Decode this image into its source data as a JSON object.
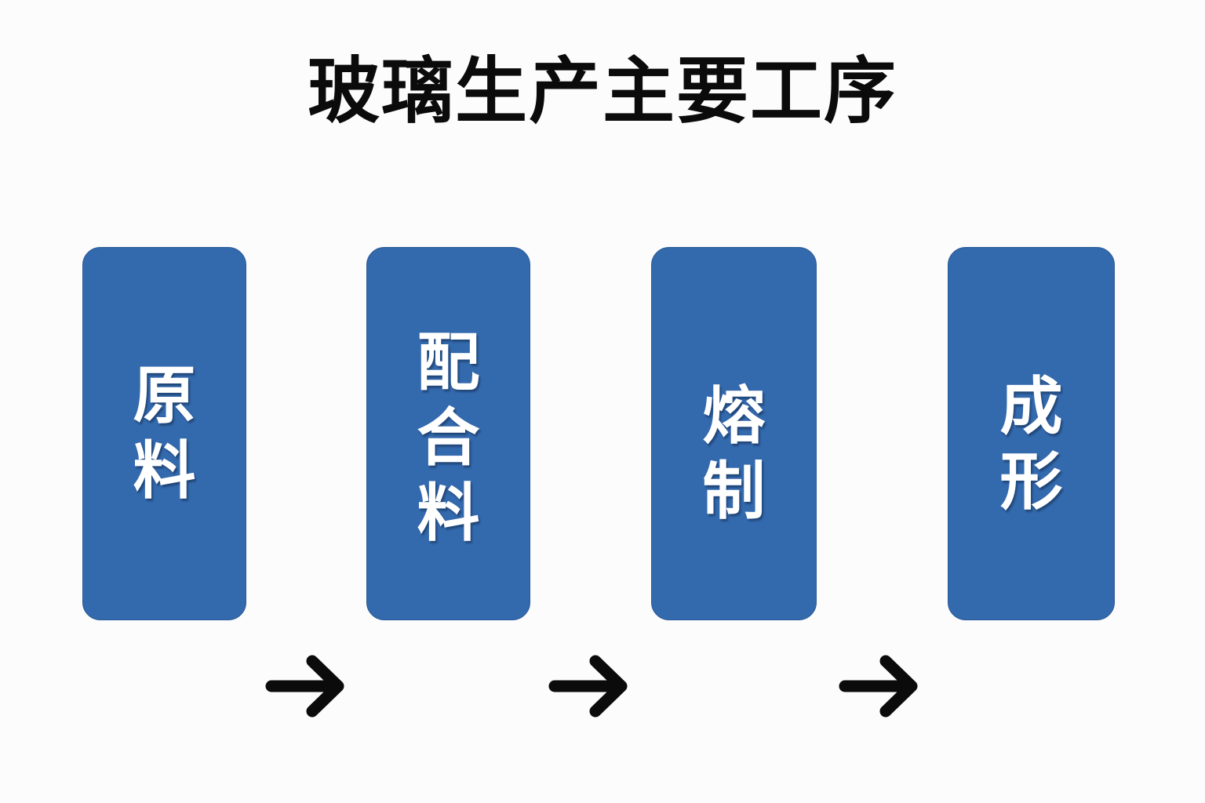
{
  "page": {
    "title": "玻璃生产主要工序",
    "background_color": "#fcfcfd",
    "title_color": "#0b0b0c"
  },
  "diagram": {
    "type": "linear-process-flow",
    "orientation": "left-to-right",
    "node_fill_color": "#3369ad",
    "node_border_color": "#2b5b96",
    "node_text_color": "#ffffff",
    "arrow_color": "#0b0b0c",
    "nodes": [
      {
        "id": "raw-material",
        "label": "原料",
        "order": 1
      },
      {
        "id": "batch-mixture",
        "label": "配合料",
        "order": 2
      },
      {
        "id": "melting",
        "label": "熔制",
        "order": 3
      },
      {
        "id": "forming",
        "label": "成形",
        "order": 4
      }
    ],
    "connectors": [
      {
        "id": "arrow-1",
        "from": "raw-material",
        "to": "batch-mixture",
        "icon": "arrow-right-icon"
      },
      {
        "id": "arrow-2",
        "from": "batch-mixture",
        "to": "melting",
        "icon": "arrow-right-icon"
      },
      {
        "id": "arrow-3",
        "from": "melting",
        "to": "forming",
        "icon": "arrow-right-icon"
      }
    ]
  }
}
